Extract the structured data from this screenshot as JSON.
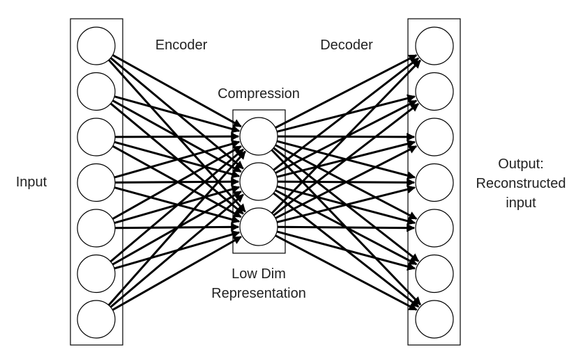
{
  "labels": {
    "input": "Input",
    "encoder": "Encoder",
    "compression": "Compression",
    "decoder": "Decoder",
    "low_dim_line1": "Low Dim",
    "low_dim_line2": "Representation",
    "output_line1": "Output:",
    "output_line2": "Reconstructed",
    "output_line3": "input"
  },
  "layers": [
    {
      "name": "input-layer",
      "nodes": 7
    },
    {
      "name": "bottleneck-layer",
      "nodes": 3
    },
    {
      "name": "output-layer",
      "nodes": 7
    }
  ],
  "colors": {
    "stroke": "#000000",
    "text": "#222222",
    "background": "#ffffff"
  }
}
